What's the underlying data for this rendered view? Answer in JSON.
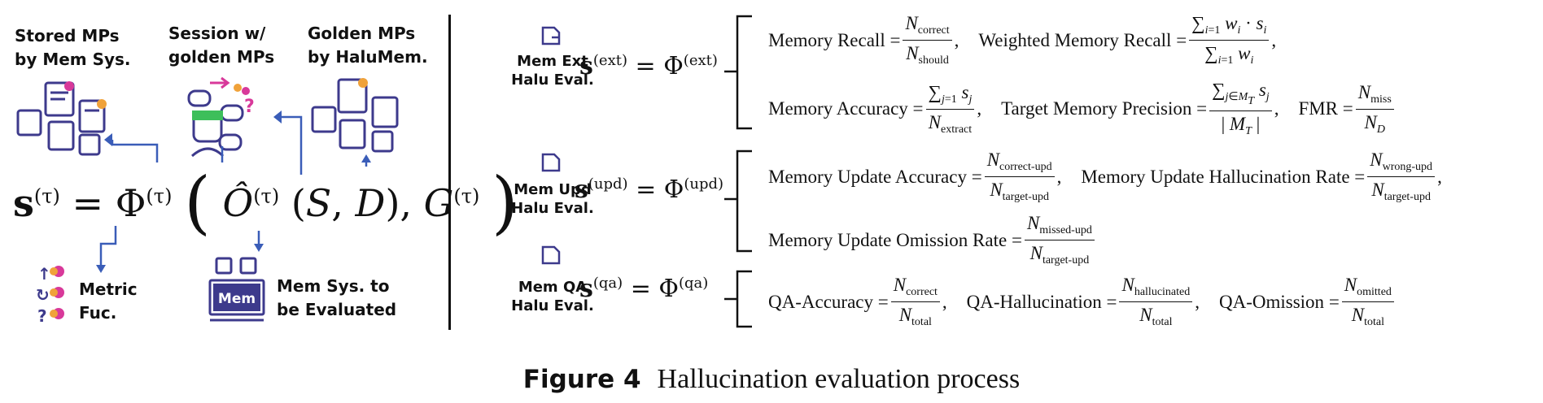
{
  "left": {
    "stored_mps": [
      "Stored MPs",
      "by Mem Sys."
    ],
    "session": [
      "Session w/",
      "golden MPs"
    ],
    "golden_mps": [
      "Golden MPs",
      "by HaluMem."
    ],
    "metric": [
      "Metric",
      "Fuc."
    ],
    "mem_sys": [
      "Mem Sys. to",
      "be Evaluated"
    ],
    "mem_box": "Mem"
  },
  "sections": [
    {
      "label": [
        "Mem Ext",
        "Halu Eval."
      ],
      "sup": "(ext)"
    },
    {
      "label": [
        "Mem Upd",
        "Halu Eval."
      ],
      "sup": "(upd)"
    },
    {
      "label": [
        "Mem QA",
        "Halu Eval."
      ],
      "sup": "(qa)"
    }
  ],
  "formulas": {
    "memory_recall": "Memory Recall",
    "weighted_memory_recall": "Weighted Memory Recall",
    "memory_accuracy": "Memory Accuracy",
    "target_memory_precision": "Target Memory Precision",
    "fmr": "FMR",
    "update_accuracy": "Memory Update Accuracy",
    "update_hallucination": "Memory Update Hallucination Rate",
    "update_omission": "Memory Update Omission Rate",
    "qa_accuracy": "QA-Accuracy",
    "qa_hallucination": "QA-Hallucination",
    "qa_omission": "QA-Omission"
  },
  "caption": {
    "label": "Figure 4",
    "text": "Hallucination evaluation process"
  },
  "colors": {
    "blue": "#3a5db8",
    "purple": "#3d3a8c",
    "orange": "#f0a23a",
    "pink": "#d8399a"
  }
}
